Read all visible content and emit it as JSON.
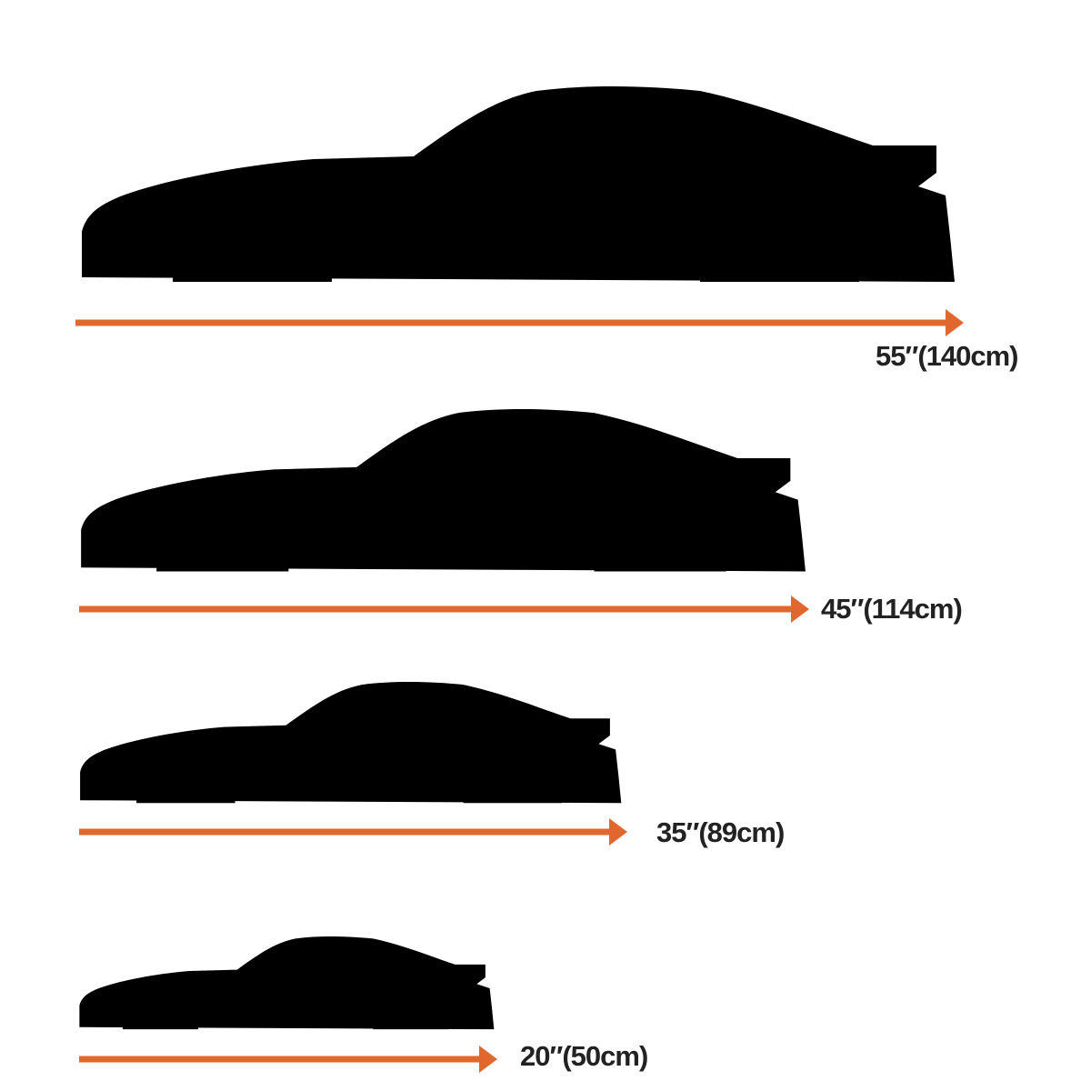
{
  "accent_color": "#E0672E",
  "sizes": [
    {
      "label": "55″(140cm)",
      "inches": 55,
      "cm": 140
    },
    {
      "label": "45″(114cm)",
      "inches": 45,
      "cm": 114
    },
    {
      "label": "35″(89cm)",
      "inches": 35,
      "cm": 89
    },
    {
      "label": "20″(50cm)",
      "inches": 20,
      "cm": 50
    }
  ]
}
